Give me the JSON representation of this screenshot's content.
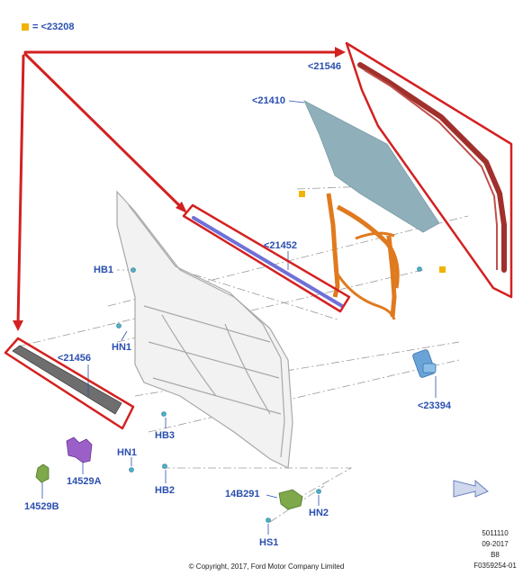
{
  "colors": {
    "label": "#2b4fb0",
    "highlight": "#d42020",
    "marker": "#f0b400",
    "regulator": "#e07a1e",
    "glass": "#8fb0bb",
    "run_channel": "#a0302c",
    "belt_inner": "#7070d8",
    "belt_outer": "#6e6e6e",
    "motor": "#6aa3d8",
    "latch_purple": "#9a60c8",
    "clip_green": "#7ea84a",
    "door_frame": "#c8c8c8"
  },
  "legend": {
    "marker_icon": "yellow-square",
    "text": "= <23208"
  },
  "callouts": {
    "run_channel": "<21546",
    "glass": "<21410",
    "inner_belt": "<21452",
    "outer_belt": "<21456",
    "door": "HB1",
    "hn1": "HN1",
    "hb3": "HB3",
    "hn1_lower": "HN1",
    "hb2": "HB2",
    "motor": "<23394",
    "latch": "14529A",
    "clip": "14529B",
    "bracket": "14B291",
    "hn2": "HN2",
    "hs1": "HS1"
  },
  "footer": {
    "copyright": "© Copyright, 2017, Ford Motor Company Limited",
    "code1": "5011110",
    "date": "09-2017",
    "code2": "B8",
    "figure_id": "F0359254-01"
  }
}
